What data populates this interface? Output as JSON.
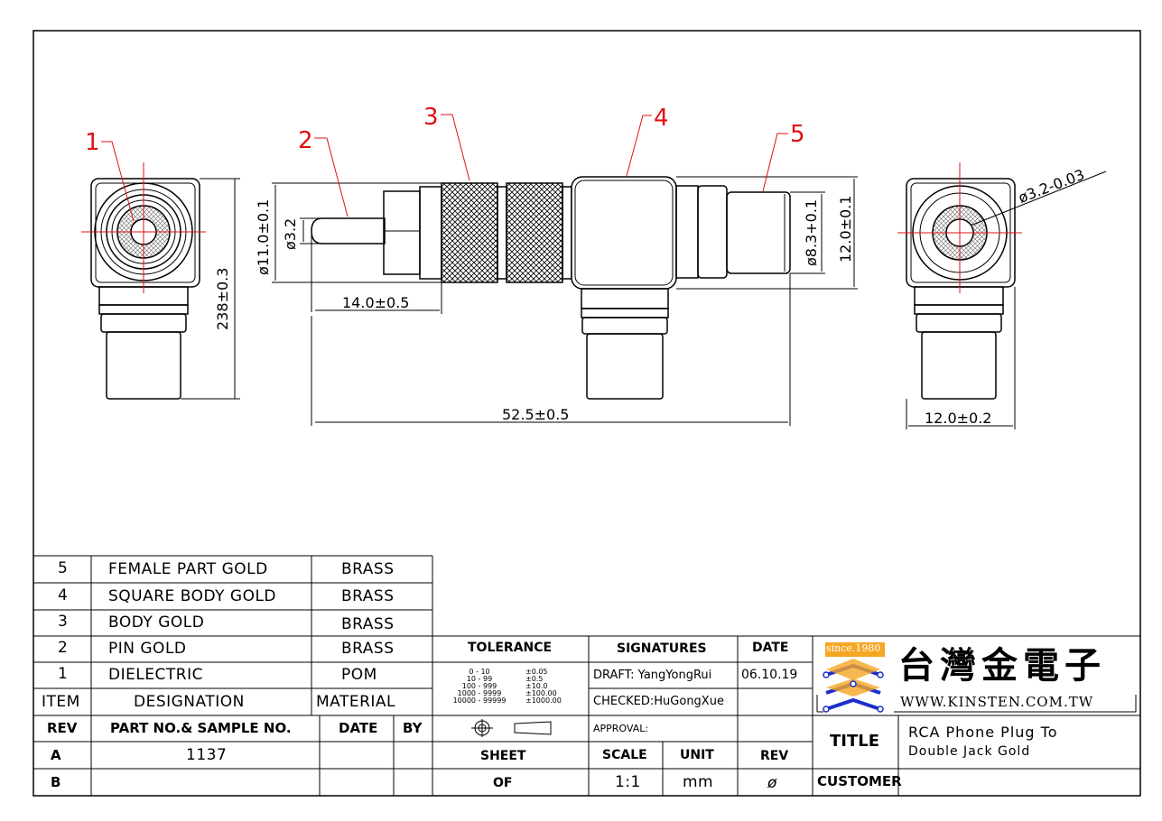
{
  "balloons": [
    "1",
    "2",
    "3",
    "4",
    "5"
  ],
  "dimensions": {
    "pin_diameter": "ø3.2",
    "pin_length": "14.0±0.5",
    "body_diameter": "ø11.0±0.1",
    "overall_length": "52.5±0.5",
    "jack_diameter": "ø8.3+0.1",
    "square_height": "12.0±0.1",
    "left_view_height": "238±0.3",
    "right_view_width": "12.0±0.2",
    "hole_diameter": "ø3.2-0.03"
  },
  "bom": [
    {
      "item": "5",
      "designation": "FEMALE PART GOLD",
      "material": "BRASS"
    },
    {
      "item": "4",
      "designation": "SQUARE BODY GOLD",
      "material": "BRASS"
    },
    {
      "item": "3",
      "designation": "BODY GOLD",
      "material": "BRASS"
    },
    {
      "item": "2",
      "designation": "PIN GOLD",
      "material": "BRASS"
    },
    {
      "item": "1",
      "designation": "DIELECTRIC",
      "material": "POM"
    }
  ],
  "bom_header": {
    "item": "ITEM",
    "designation": "DESIGNATION",
    "material": "MATERIAL"
  },
  "rev_header": {
    "rev": "REV",
    "part": "PART NO.& SAMPLE NO.",
    "date": "DATE",
    "by": "BY"
  },
  "rev_rows": [
    {
      "rev": "A",
      "part": "1137",
      "date": "",
      "by": ""
    },
    {
      "rev": "B",
      "part": "",
      "date": "",
      "by": ""
    }
  ],
  "tolerance": {
    "title": "TOLERANCE",
    "ranges": [
      "0 - 10",
      "10 - 99",
      "100 - 999",
      "1000 - 9999",
      "10000 - 99999"
    ],
    "values": [
      "±0.05",
      "±0.5",
      "±10.0",
      "±100.00",
      "±1000.00"
    ]
  },
  "signatures": {
    "title": "SIGNATURES",
    "date_title": "DATE",
    "draft": "DRAFT: YangYongRui",
    "draft_date": "06.10.19",
    "checked": "CHECKED:HuGongXue",
    "approval": "APPROVAL:"
  },
  "sheet": {
    "sheet_label": "SHEET",
    "of_label": "OF",
    "scale_label": "SCALE",
    "unit_label": "UNIT",
    "rev_label": "REV",
    "scale": "1:1",
    "unit": "mm",
    "rev": "ø"
  },
  "logo": {
    "since": "since.1980",
    "chinese": "台灣金電子",
    "url": "WWW.KINSTEN.COM.TW"
  },
  "title_block": {
    "title_label": "TITLE",
    "title_line1": "RCA Phone Plug To",
    "title_line2": "Double Jack Gold",
    "customer_label": "CUSTOMER",
    "customer": ""
  },
  "colors": {
    "balloon": "#e01010",
    "logo_blue": "#1a2ecc",
    "logo_orange": "#f5a623"
  }
}
